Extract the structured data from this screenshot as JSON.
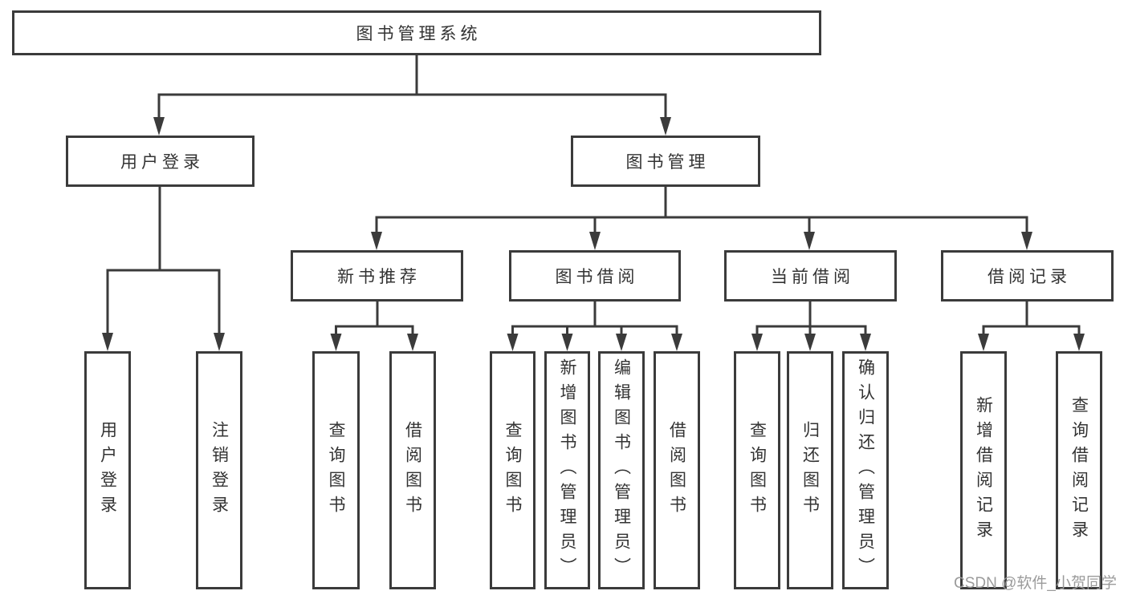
{
  "tree": {
    "label": "图书管理系统",
    "children": [
      {
        "label": "用户登录",
        "children": [
          {
            "label": "用户登录"
          },
          {
            "label": "注销登录"
          }
        ]
      },
      {
        "label": "图书管理",
        "children": [
          {
            "label": "新书推荐",
            "children": [
              {
                "label": "查询图书"
              },
              {
                "label": "借阅图书"
              }
            ]
          },
          {
            "label": "图书借阅",
            "children": [
              {
                "label": "查询图书"
              },
              {
                "label": "新增图书（管理员）"
              },
              {
                "label": "编辑图书（管理员）"
              },
              {
                "label": "借阅图书"
              }
            ]
          },
          {
            "label": "当前借阅",
            "children": [
              {
                "label": "查询图书"
              },
              {
                "label": "归还图书"
              },
              {
                "label": "确认归还（管理员）"
              }
            ]
          },
          {
            "label": "借阅记录",
            "children": [
              {
                "label": "新增借阅记录"
              },
              {
                "label": "查询借阅记录"
              }
            ]
          }
        ]
      }
    ]
  },
  "watermark": {
    "text": "CSDN @软件_小贺同学"
  },
  "colors": {
    "line": "#3b3b3b",
    "text": "#333333",
    "watermark": "#9b9b9b",
    "background": "#ffffff"
  }
}
